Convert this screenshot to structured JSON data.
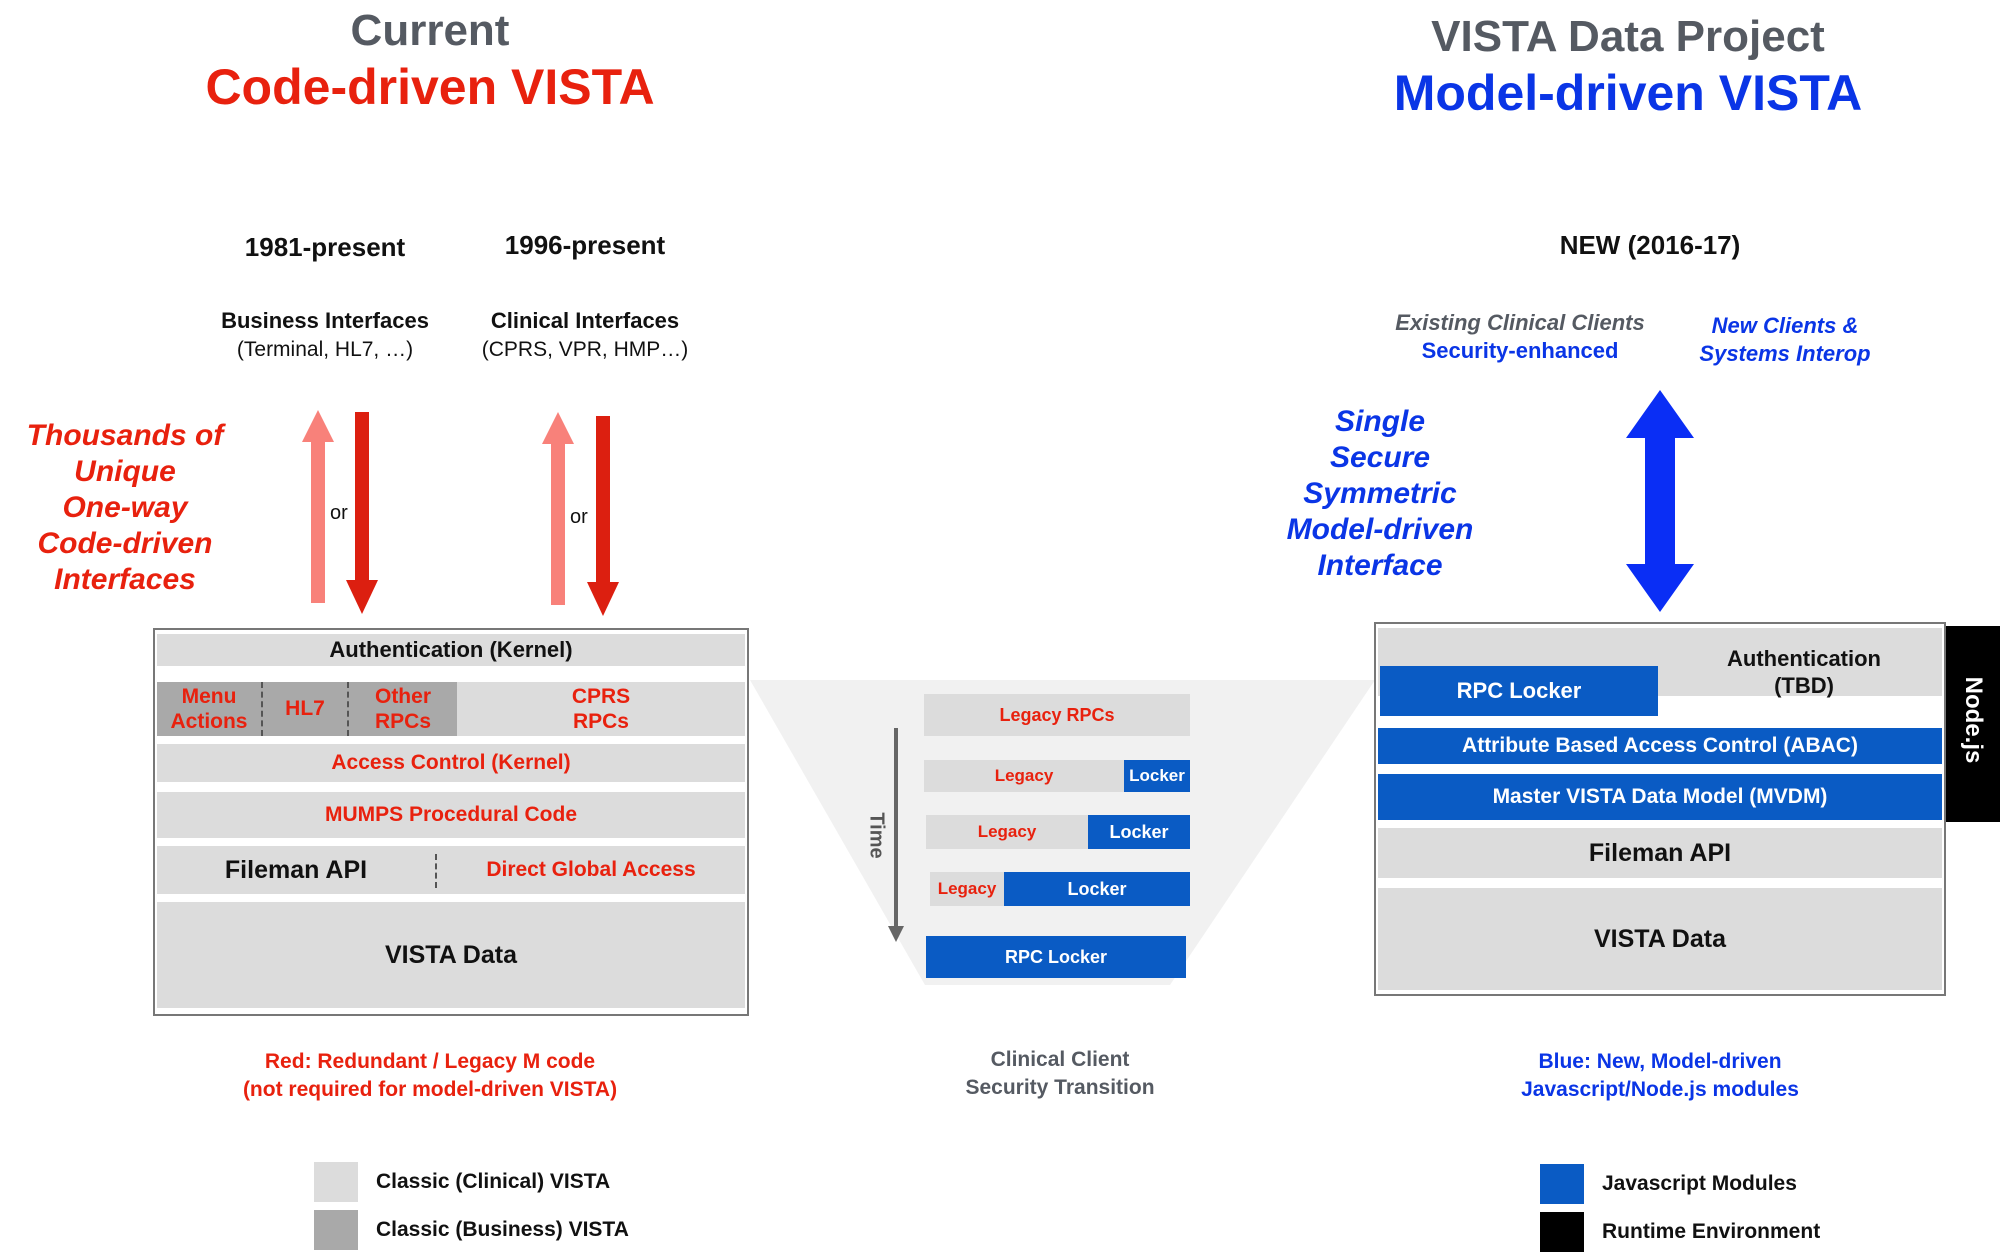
{
  "left": {
    "heading": "Current",
    "subheading": "Code-driven VISTA",
    "era1": {
      "years": "1981-present",
      "title": "Business Interfaces",
      "detail": "(Terminal, HL7, …)",
      "or": "or"
    },
    "era2": {
      "years": "1996-present",
      "title": "Clinical Interfaces",
      "detail": "(CPRS, VPR, HMP…)",
      "or": "or"
    },
    "side_note": [
      "Thousands of",
      "Unique",
      "One-way",
      "Code-driven",
      "Interfaces"
    ],
    "stack": {
      "auth": "Authentication (Kernel)",
      "menu_actions": [
        "Menu",
        "Actions"
      ],
      "hl7": "HL7",
      "other_rpcs": [
        "Other",
        "RPCs"
      ],
      "cprs_rpcs": [
        "CPRS",
        "RPCs"
      ],
      "access_control": "Access Control (Kernel)",
      "mumps": "MUMPS Procedural Code",
      "fileman": "Fileman API",
      "direct_global": "Direct Global Access",
      "vista_data": "VISTA Data"
    },
    "caption": [
      "Red:  Redundant / Legacy M  code",
      "(not required for model-driven VISTA)"
    ],
    "legend": [
      {
        "label": "Classic (Clinical) VISTA",
        "color": "#dcdcdc"
      },
      {
        "label": "Classic (Business) VISTA",
        "color": "#a9a9a9"
      }
    ]
  },
  "middle": {
    "legacy_rpcs": "Legacy RPCs",
    "steps": [
      {
        "legacy": "Legacy",
        "locker": "Locker"
      },
      {
        "legacy": "Legacy",
        "locker": "Locker"
      },
      {
        "legacy": "Legacy",
        "locker": "Locker"
      }
    ],
    "final": "RPC Locker",
    "time_label": "Time",
    "caption": [
      "Clinical Client",
      "Security Transition"
    ]
  },
  "right": {
    "heading": "VISTA Data Project",
    "subheading": "Model-driven VISTA",
    "era": "NEW (2016-17)",
    "existing_clients": "Existing Clinical Clients",
    "security_enhanced": "Security-enhanced",
    "new_clients": [
      "New Clients &",
      "Systems Interop"
    ],
    "side_note": [
      "Single",
      "Secure",
      "Symmetric",
      "Model-driven",
      "Interface"
    ],
    "stack": {
      "rpc_locker": "RPC Locker",
      "auth": [
        "Authentication",
        "(TBD)"
      ],
      "abac": "Attribute Based Access Control (ABAC)",
      "mvdm": "Master VISTA Data Model (MVDM)",
      "fileman": "Fileman API",
      "vista_data": "VISTA Data",
      "runtime": "Node.js"
    },
    "caption": [
      "Blue: New, Model-driven",
      "Javascript/Node.js modules"
    ],
    "legend": [
      {
        "label": "Javascript Modules",
        "color": "#0a5bc4"
      },
      {
        "label": "Runtime Environment",
        "color": "#000000"
      }
    ]
  }
}
